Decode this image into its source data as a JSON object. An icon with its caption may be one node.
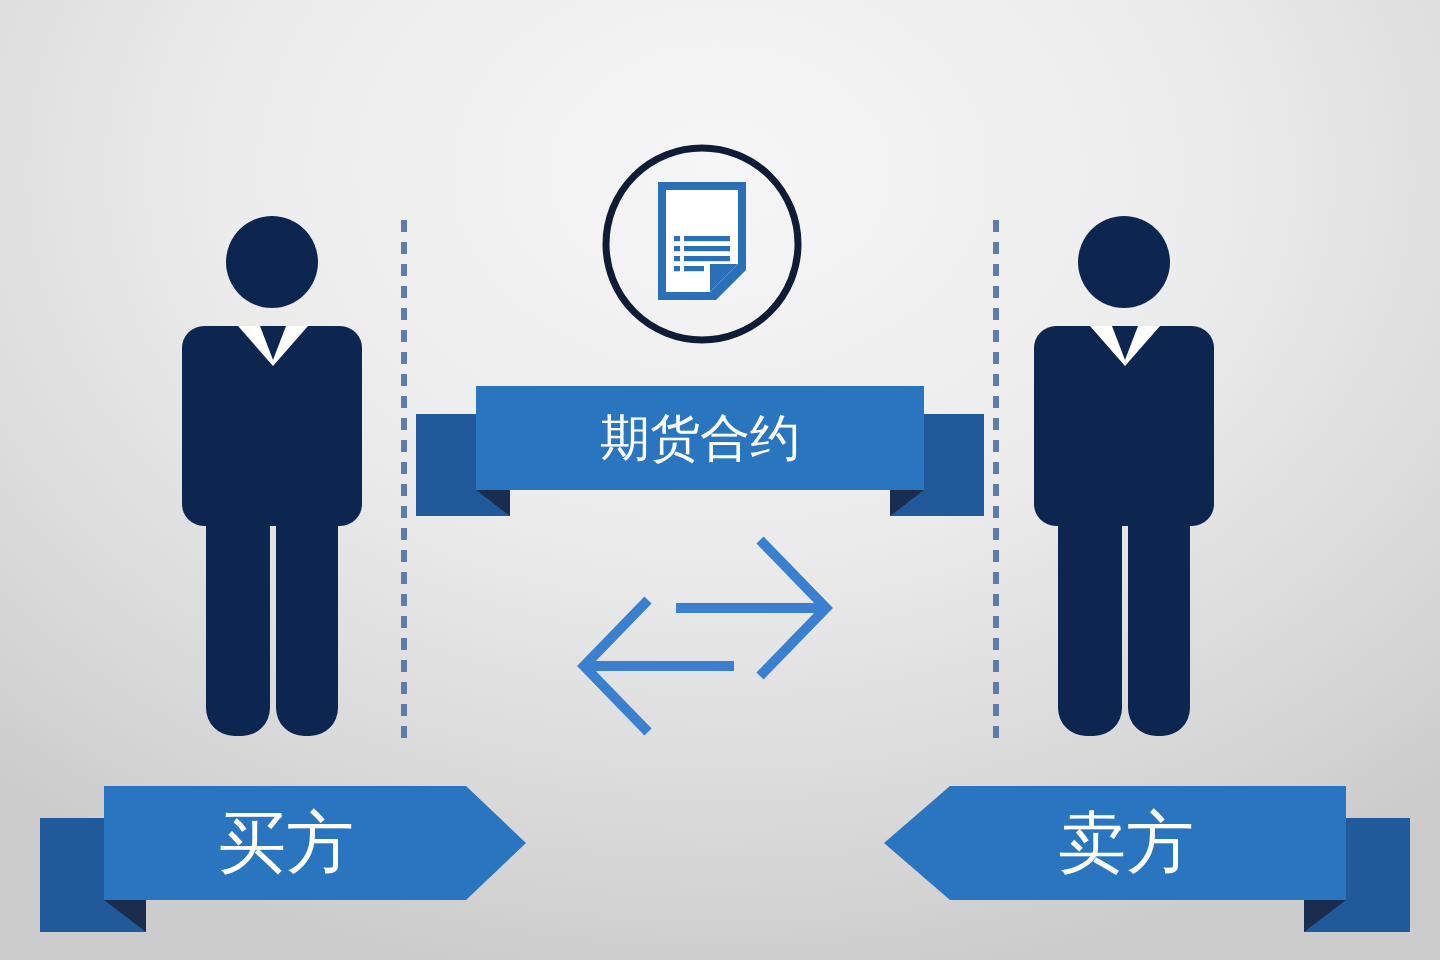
{
  "diagram": {
    "nodes": [
      {
        "text": [],
        "shape": "circle"
      },
      {
        "text": [],
        "shape": "person"
      },
      {
        "text": [],
        "shape": "person"
      },
      {
        "text": [
          "期货合约"
        ]
      },
      {
        "text": [
          "买方"
        ]
      },
      {
        "text": [
          "卖方"
        ]
      }
    ]
  }
}
